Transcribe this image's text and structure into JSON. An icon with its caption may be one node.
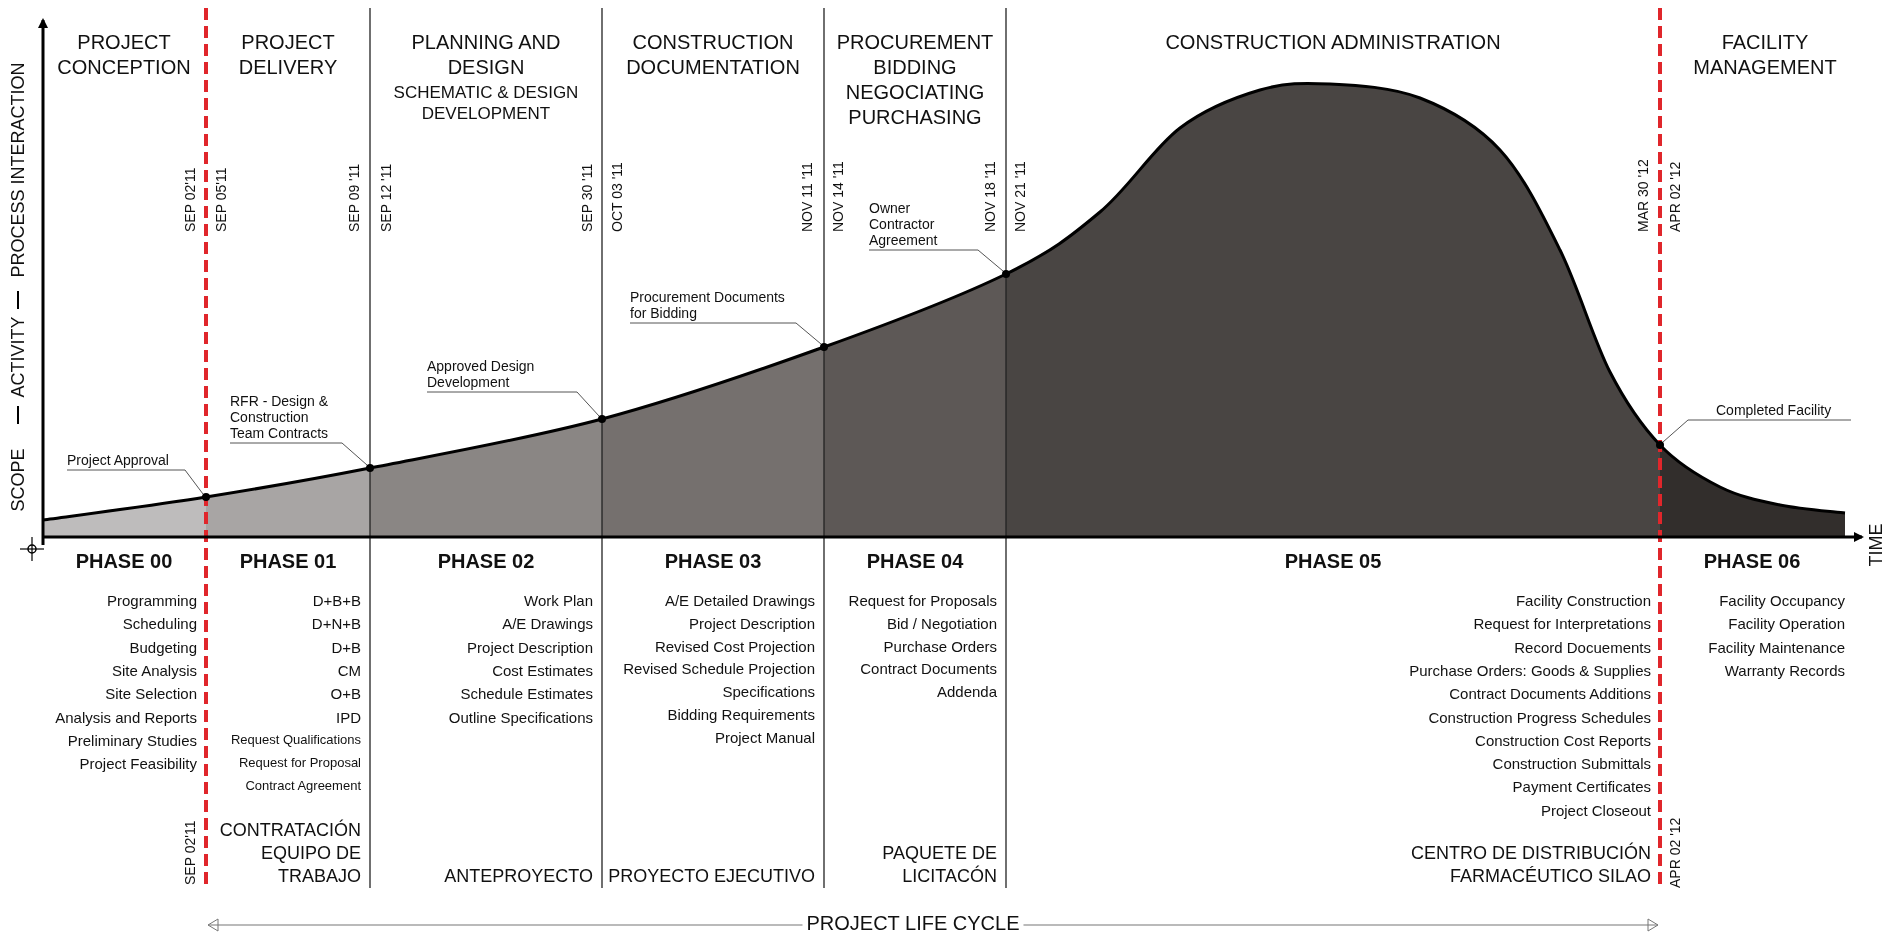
{
  "diagram": {
    "nodes": [
      {
        "text": [
          "Project Approval"
        ]
      },
      {
        "text": [
          "RFR - Design & Construction Team Contracts"
        ]
      },
      {
        "text": [
          "Approved Design Development"
        ]
      },
      {
        "text": [
          "Procurement Documents for Bidding"
        ]
      },
      {
        "text": [
          "Owner Contractor Agreement"
        ]
      },
      {
        "text": [
          "Completed Facility"
        ]
      },
      {
        "text": [],
        "shape": "circle"
      },
      {
        "text": [],
        "shape": "circle"
      },
      {
        "text": [],
        "shape": "circle"
      },
      {
        "text": [],
        "shape": "circle"
      },
      {
        "text": [],
        "shape": "circle"
      },
      {
        "text": [],
        "shape": "circle"
      }
    ],
    "edges": [
      {
        "from": 0,
        "to": 6,
        "arrow": "none"
      },
      {
        "from": 1,
        "to": 7,
        "arrow": "none"
      },
      {
        "from": 2,
        "to": 8,
        "arrow": "none"
      },
      {
        "from": 3,
        "to": 9,
        "arrow": "none"
      },
      {
        "from": 4,
        "to": 10,
        "arrow": "none"
      },
      {
        "from": 5,
        "to": 11,
        "arrow": "none"
      }
    ],
    "labels": [
      "PROJECT CONCEPTION",
      "PROJECT DELIVERY",
      "PLANNING AND DESIGN",
      "SCHEMATIC & DESIGN DEVELOPMENT",
      "CONSTRUCTION DOCUMENTATION",
      "PROCUREMENT BIDDING NEGOCIATING PURCHASING",
      "CONSTRUCTION ADMINISTRATION",
      "FACILITY MANAGEMENT",
      "SCOPE",
      "ACTIVITY",
      "PROCESS INTERACTION",
      "SEP 02'11",
      "SEP 05'11",
      "SEP 09 '11",
      "SEP 12 '11",
      "SEP 30 '11",
      "OCT 03 '11",
      "NOV 11 '11",
      "NOV 14 '11",
      "NOV 18 '11",
      "NOV 21 '11",
      "MAR 30 '12",
      "APR 02 '12",
      "TIME",
      "PHASE 00",
      "PHASE 01",
      "PHASE 02",
      "PHASE 03",
      "PHASE 04",
      "PHASE 05",
      "PHASE 06",
      "Programming",
      "Scheduling",
      "Budgeting",
      "Site Analysis",
      "Site Selection",
      "Analysis and Reports",
      "Preliminary Studies",
      "Project Feasibility",
      "D+B+B",
      "D+N+B",
      "D+B",
      "CM",
      "O+B",
      "IPD",
      "Request Qualifications",
      "Request for Proposal",
      "Contract Agreement",
      "Work Plan",
      "A/E Drawings",
      "Project Description",
      "Cost Estimates",
      "Schedule Estimates",
      "Outline Specifications",
      "A/E Detailed Drawings",
      "Project Description",
      "Revised Cost Projection",
      "Revised Schedule Projection",
      "Specifications",
      "Bidding Requirements",
      "Project Manual",
      "Request for Proposals",
      "Bid / Negotiation",
      "Purchase Orders",
      "Contract Documents",
      "Addenda",
      "Facility Construction",
      "Request for Interpretations",
      "Record Docuements",
      "Purchase Orders: Goods & Supplies",
      "Contract Documents Additions",
      "Construction Progress Schedules",
      "Construction Cost Reports",
      "Construction Submittals",
      "Payment Certificates",
      "Project Closeout",
      "Facility Occupancy",
      "Facility Operation",
      "Facility Maintenance",
      "Warranty Records",
      "SEP 02'11",
      "CONTRATACIÓN EQUIPO DE TRABAJO",
      "ANTEPROYECTO",
      "PROYECTO EJECUTIVO",
      "PAQUETE DE LICITACÓN",
      "CENTRO DE DISTRIBUCIÓN FARMACÉUTICO SILAO",
      "APR 02 '12",
      "PROJECT LIFE CYCLE"
    ]
  }
}
